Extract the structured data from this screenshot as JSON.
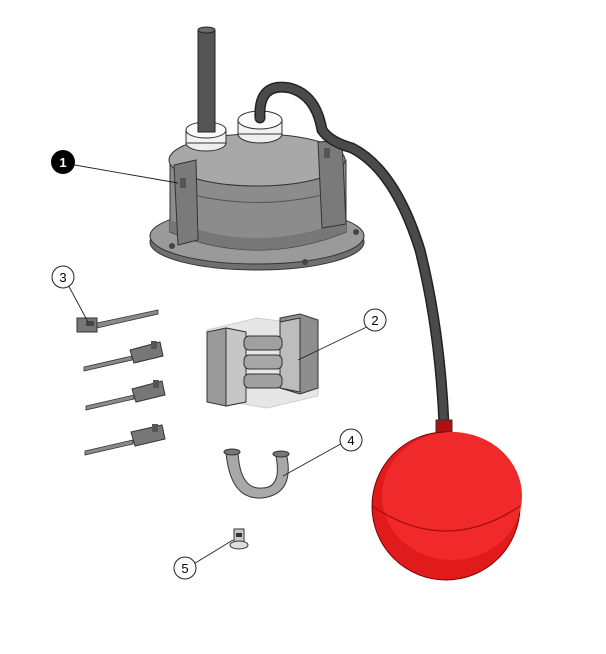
{
  "callouts": [
    {
      "label": "1",
      "style": "filled"
    },
    {
      "label": "2",
      "style": "outline"
    },
    {
      "label": "3",
      "style": "outline"
    },
    {
      "label": "4",
      "style": "outline"
    },
    {
      "label": "5",
      "style": "outline"
    }
  ],
  "colors": {
    "housing": "#8a8a8a",
    "housing_dark": "#6c6c6c",
    "housing_light": "#a9a9a9",
    "cable": "#4a4a4a",
    "float": "#e11b1b",
    "float_dark": "#b01010",
    "nut": "#eeeeee"
  },
  "icons": [
    "float-switch-housing-icon",
    "float-ball-icon",
    "cable-icon",
    "pin-icon",
    "magnet-block-icon",
    "clamp-icon",
    "screw-icon"
  ]
}
